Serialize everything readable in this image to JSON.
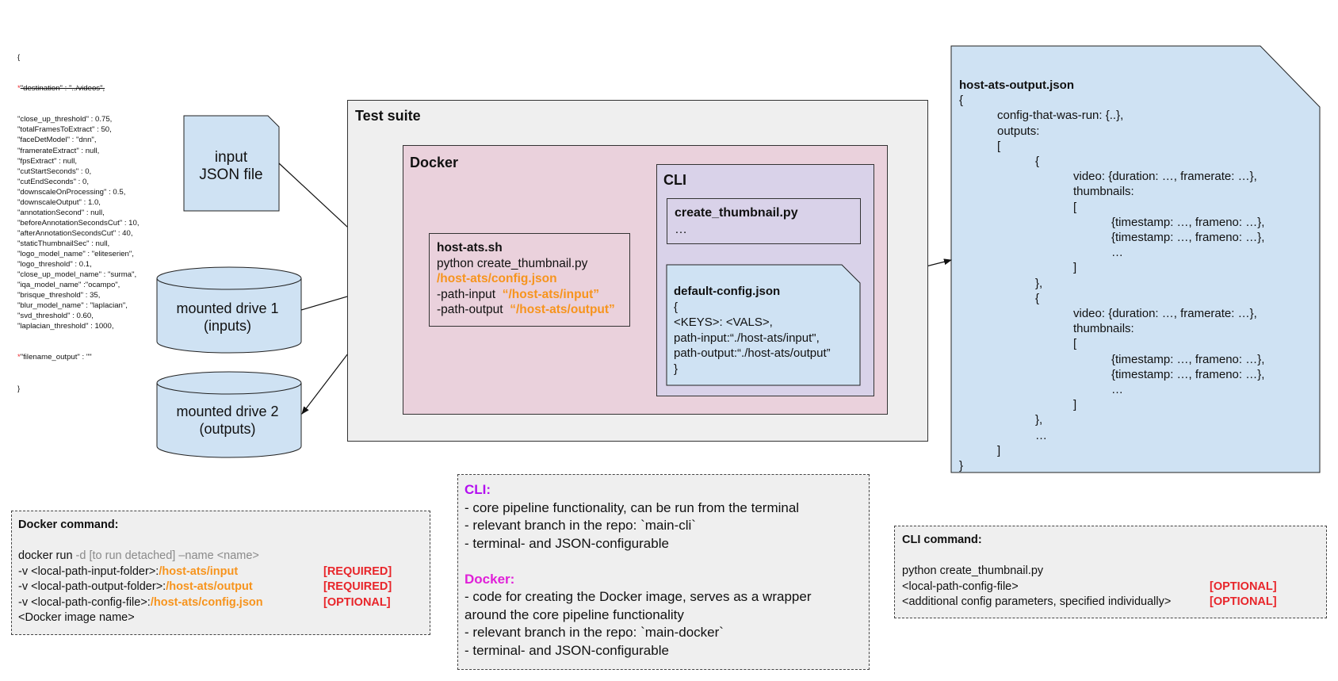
{
  "config_json": {
    "open": "{",
    "destination": "\"destination\" : \"../videos\",",
    "lines": [
      "\"close_up_threshold\" : 0.75,",
      "\"totalFramesToExtract\" : 50,",
      "\"faceDetModel\" : \"dnn\",",
      "\"framerateExtract\" : null,",
      "\"fpsExtract\" : null,",
      "\"cutStartSeconds\" : 0,",
      "\"cutEndSeconds\" : 0,",
      "\"downscaleOnProcessing\" : 0.5,",
      "\"downscaleOutput\" : 1.0,",
      "\"annotationSecond\" : null,",
      "\"beforeAnnotationSecondsCut\" : 10,",
      "\"afterAnnotationSecondsCut\" : 40,",
      "\"staticThumbnailSec\" : null,",
      "\"logo_model_name\" : \"eliteserien\",",
      "\"logo_threshold\" : 0.1,",
      "\"close_up_model_name\" : \"surma\",",
      "\"iqa_model_name\" :\"ocampo\",",
      "\"brisque_threshold\" : 35,",
      "\"blur_model_name\" : \"laplacian\",",
      "\"svd_threshold\" : 0.60,",
      "\"laplacian_threshold\" : 1000,"
    ],
    "filename_output": "\"filename_output\" : \"\"",
    "close": "}",
    "star": "*"
  },
  "input_file": {
    "line1": "input",
    "line2": "JSON file"
  },
  "drive1": {
    "line1": "mounted drive 1",
    "line2": "(inputs)"
  },
  "drive2": {
    "line1": "mounted drive 2",
    "line2": "(outputs)"
  },
  "test_suite": {
    "title": "Test suite"
  },
  "docker": {
    "title": "Docker"
  },
  "cli": {
    "title": "CLI"
  },
  "create_thumbnail": {
    "title": "create_thumbnail.py",
    "body": "…"
  },
  "host_ats": {
    "title": "host-ats.sh",
    "line1": "python create_thumbnail.py",
    "config_path": "/host-ats/config.json",
    "path_input_label": "-path-input  ",
    "path_input_value": "“/host-ats/input”",
    "path_output_label": "-path-output  ",
    "path_output_value": "“/host-ats/output”"
  },
  "default_config": {
    "title": "default-config.json",
    "lines": [
      "{",
      "<KEYS>: <VALS>,",
      "path-input:“./host-ats/input\",",
      "path-output:“./host-ats/output”",
      "}"
    ]
  },
  "output_json": {
    "title": "host-ats-output.json",
    "open": "{",
    "config_run": "config-that-was-run: {..},",
    "outputs": "outputs:",
    "list_open": "[",
    "obj_open": "{",
    "video": "video: {duration: …, framerate: …},",
    "thumbnails": "thumbnails:",
    "thumb_open": "[",
    "ts1": "{timestamp: …, frameno: …},",
    "ts2": "{timestamp: …, frameno: …},",
    "ellipsis": "…",
    "thumb_close": "]",
    "obj_close": "},",
    "list_close": "]",
    "close": "}"
  },
  "docker_command": {
    "title": "Docker command:",
    "run": "docker run ",
    "run_opts": "-d [to run detached] –name <name>",
    "v1_label": "-v <local-path-input-folder>:",
    "v1_path": "/host-ats/input",
    "v2_label": "-v <local-path-output-folder>:",
    "v2_path": "/host-ats/output",
    "v3_label": "-v <local-path-config-file>:",
    "v3_path": "/host-ats/config.json",
    "required": "[REQUIRED]",
    "optional": "[OPTIONAL]",
    "image": "<Docker image name>"
  },
  "notes": {
    "cli_title": "CLI:",
    "cli_lines": [
      "- core pipeline functionality, can be run from the terminal",
      "- relevant branch in the repo: `main-cli`",
      "- terminal- and JSON-configurable"
    ],
    "docker_title": "Docker:",
    "docker_lines": [
      "- code for creating the Docker image, serves as a wrapper",
      "around the core pipeline functionality",
      "- relevant branch in the repo: `main-docker`",
      "- terminal- and JSON-configurable"
    ]
  },
  "cli_command": {
    "title": "CLI command:",
    "line1": "python create_thumbnail.py",
    "line2": "<local-path-config-file>",
    "line3": "<additional config parameters, specified individually>",
    "optional": "[OPTIONAL]"
  },
  "colors": {
    "test_suite_bg": "#efefef",
    "docker_bg": "#ead1dc",
    "cli_bg": "#d9d2e9",
    "file_bg": "#cfe2f3",
    "orange": "#f7941d",
    "red": "#e8252a",
    "purple": "#b30ef0",
    "magenta": "#e020d8"
  }
}
